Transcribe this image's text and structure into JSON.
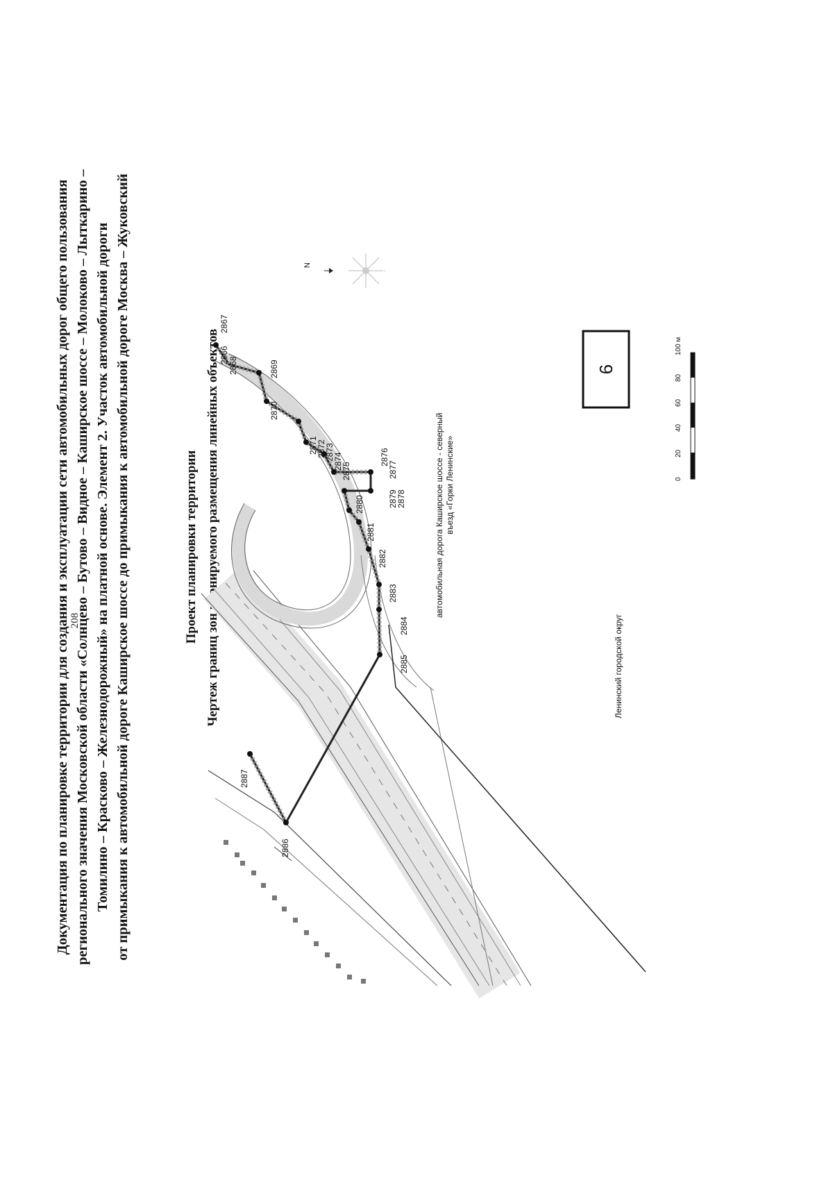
{
  "page": {
    "number": "208",
    "title_lines": [
      "Документация по планировке территории для создания и эксплуатации сети автомобильных дорог общего пользования",
      "регионального значения Московской области «Солнцево – Бутово – Видное – Каширское шоссе – Молоково – Лыткарино –",
      "Томилино – Красково – Железнодорожный» на платной основе. Элемент 2. Участок автомобильной дороги",
      "от примыкания к автомобильной дороге Каширское шоссе до примыкания к автомобильной дороге Москва – Жуковский"
    ],
    "subtitle": "Проект планировки территории",
    "drawing_title": "Чертеж границ зон планируемого размещения линейных объектов"
  },
  "map": {
    "north_label": "N",
    "road_label_lines": [
      "автомобильная дорога Каширское шоссе - северный",
      "въезд «Горки Ленинские»"
    ],
    "district_label": "Ленинский городской округ",
    "sheet_number": "6",
    "scale_bar": {
      "labels": [
        "0",
        "20",
        "40",
        "60",
        "80",
        "100 м"
      ]
    },
    "point_labels": [
      "2866",
      "2867",
      "2868",
      "2869",
      "2870",
      "2871",
      "2872",
      "2873",
      "2874",
      "2875",
      "2876",
      "2877",
      "2878",
      "2879",
      "2880",
      "2881",
      "2882",
      "2883",
      "2884",
      "2885",
      "2886",
      "2887"
    ]
  }
}
